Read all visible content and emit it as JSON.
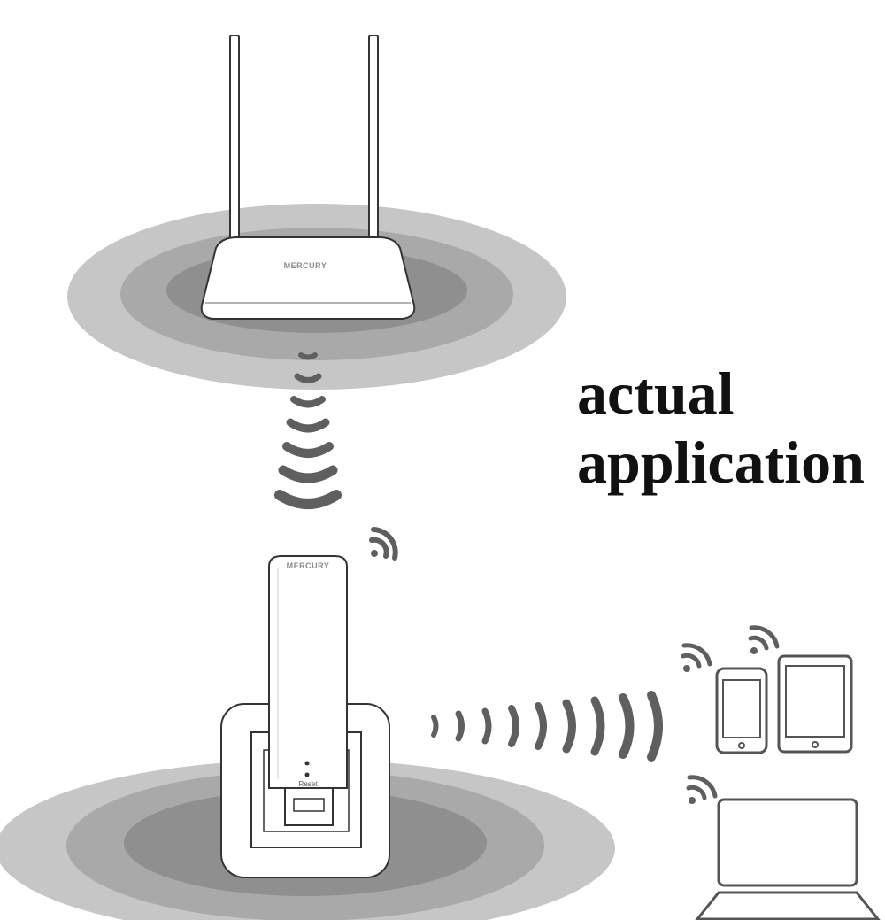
{
  "caption": {
    "line1": "actual",
    "line2": "application"
  },
  "router": {
    "brand": "MERCURY"
  },
  "extender": {
    "brand": "MERCURY",
    "reset_label": "Reset"
  },
  "colors": {
    "outer_ring": "#bdbdbd",
    "mid_ring": "#a3a3a3",
    "inner_ring": "#8a8a8a",
    "signal": "#5f5f5f",
    "device_stroke": "#555555"
  },
  "devices": [
    "smartphone",
    "tablet",
    "laptop"
  ]
}
